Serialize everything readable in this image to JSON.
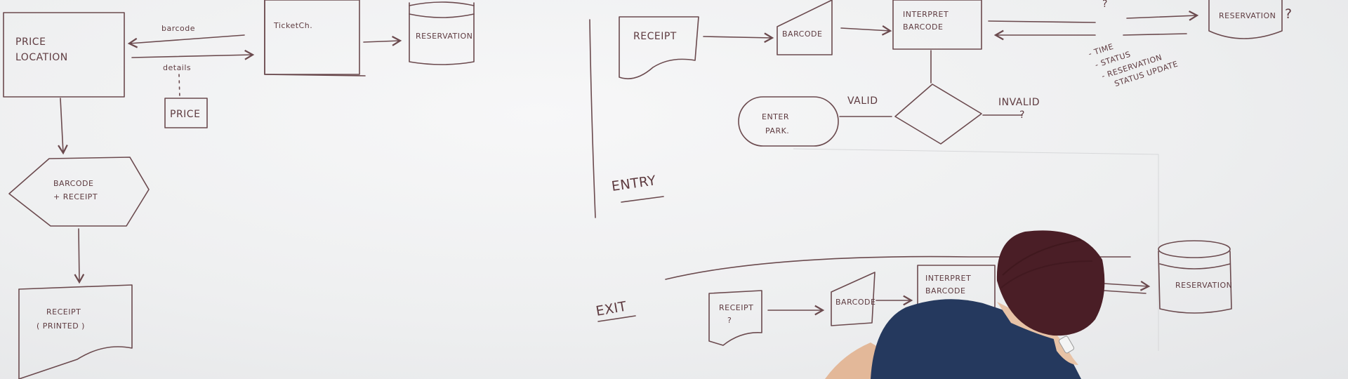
{
  "whiteboard": {
    "left_flow": {
      "price_location_1": "PRICE",
      "price_location_2": "LOCATION",
      "barcode_arrow": "barcode",
      "details_arrow": "details",
      "price_box": "PRICE",
      "ticket_box": "TicketCh.",
      "reservation_db": "RESERVATION",
      "barcode_receipt_1": "BARCODE",
      "barcode_receipt_2": "+ RECEIPT",
      "receipt_printed_1": "RECEIPT",
      "receipt_printed_2": "( PRINTED )"
    },
    "entry_flow": {
      "receipt": "RECEIPT",
      "barcode": "BARCODE",
      "interpret_1": "INTERPRET",
      "interpret_2": "BARCODE",
      "question": "?",
      "reservation_db": "RESERVATION",
      "notes": [
        "- TIME",
        "- STATUS",
        "- RESERVATION",
        "STATUS UPDATE"
      ],
      "enter_1": "ENTER",
      "enter_2": "PARK.",
      "valid": "VALID",
      "invalid_1": "INVALID",
      "invalid_2": "?",
      "section_label": "ENTRY"
    },
    "exit_flow": {
      "section_label": "EXIT",
      "receipt_1": "RECEIPT",
      "receipt_2": "?",
      "barcode": "BARCODE",
      "interpret_1": "INTERPRET",
      "interpret_2": "BARCODE",
      "reservation_db": "RESERVATION"
    }
  }
}
